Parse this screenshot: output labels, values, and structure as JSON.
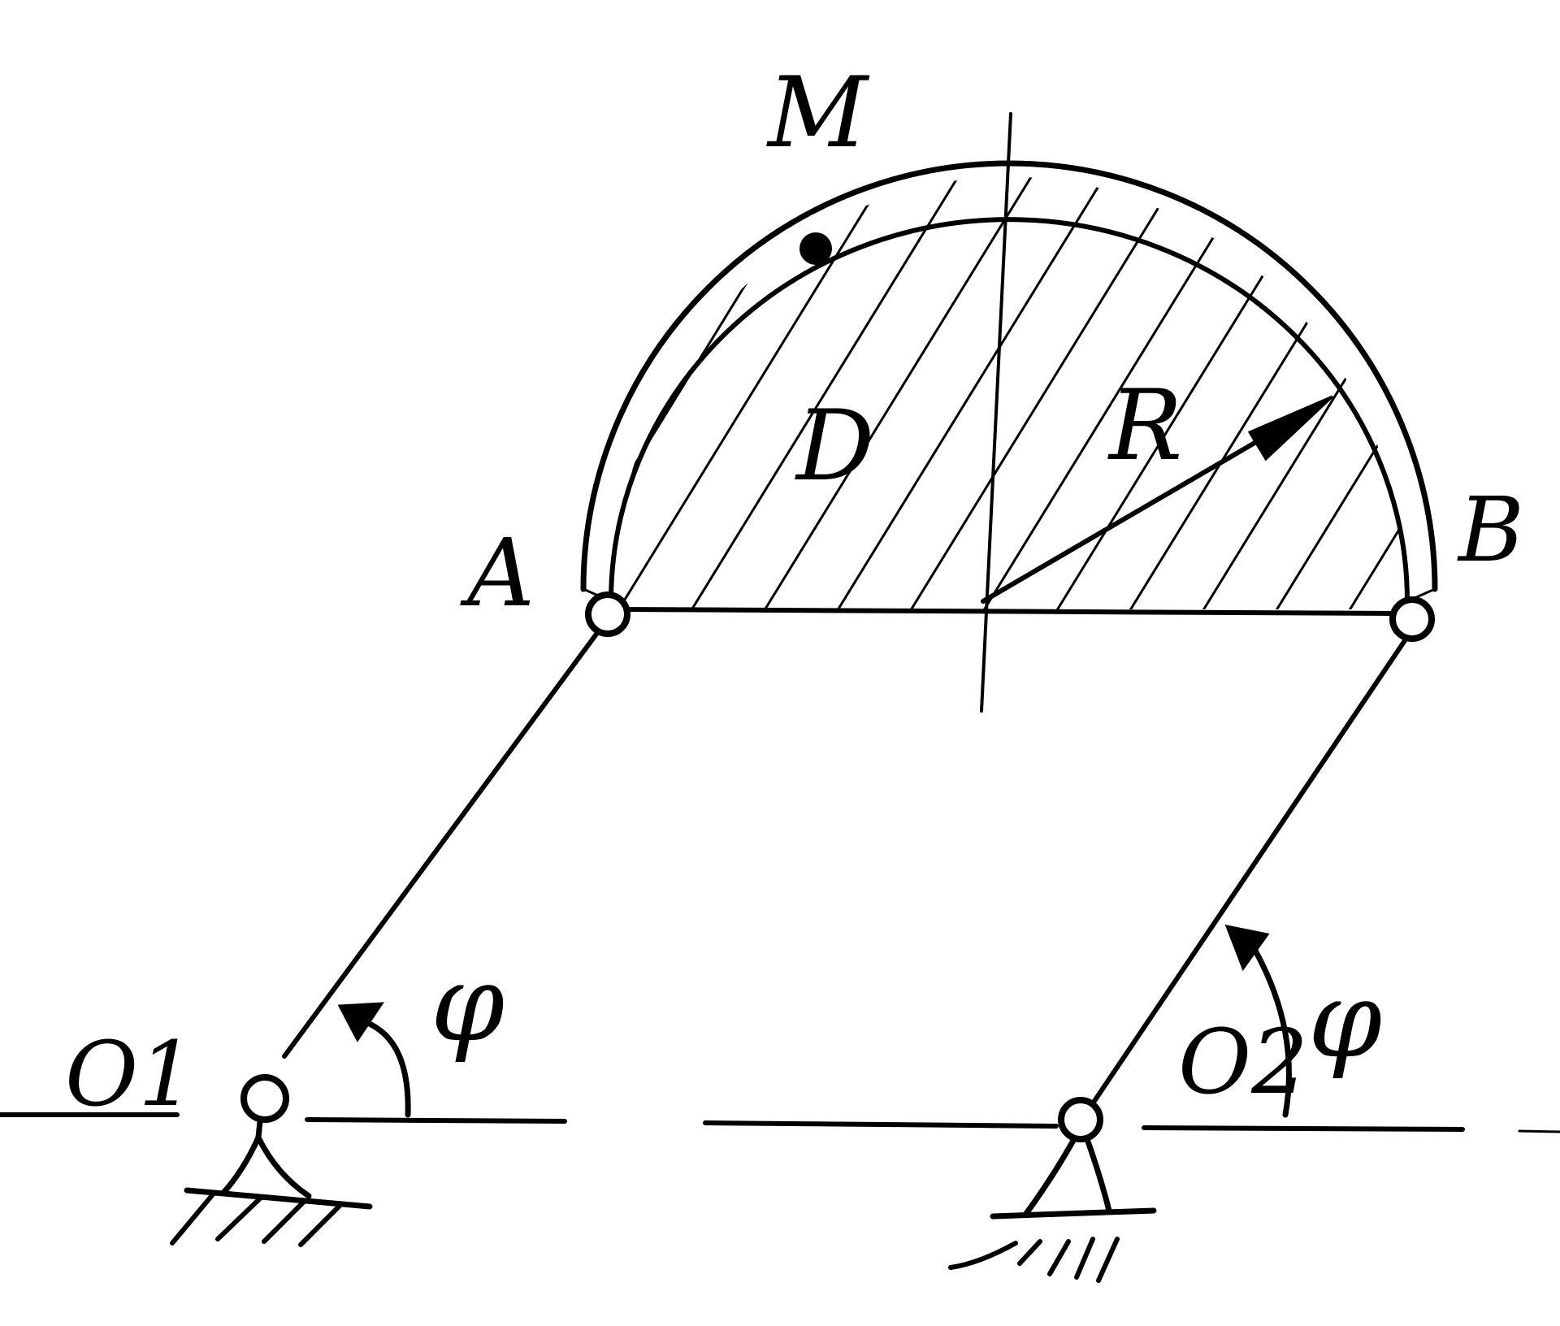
{
  "labels": {
    "point_m": "M",
    "body_d": "D",
    "radius": "R",
    "joint_a": "A",
    "joint_b": "B",
    "pivot_o1": "O1",
    "pivot_o2": "O2",
    "angle_left": "φ",
    "angle_right": "φ"
  },
  "colors": {
    "ink": "#000000",
    "background": "#ffffff"
  }
}
